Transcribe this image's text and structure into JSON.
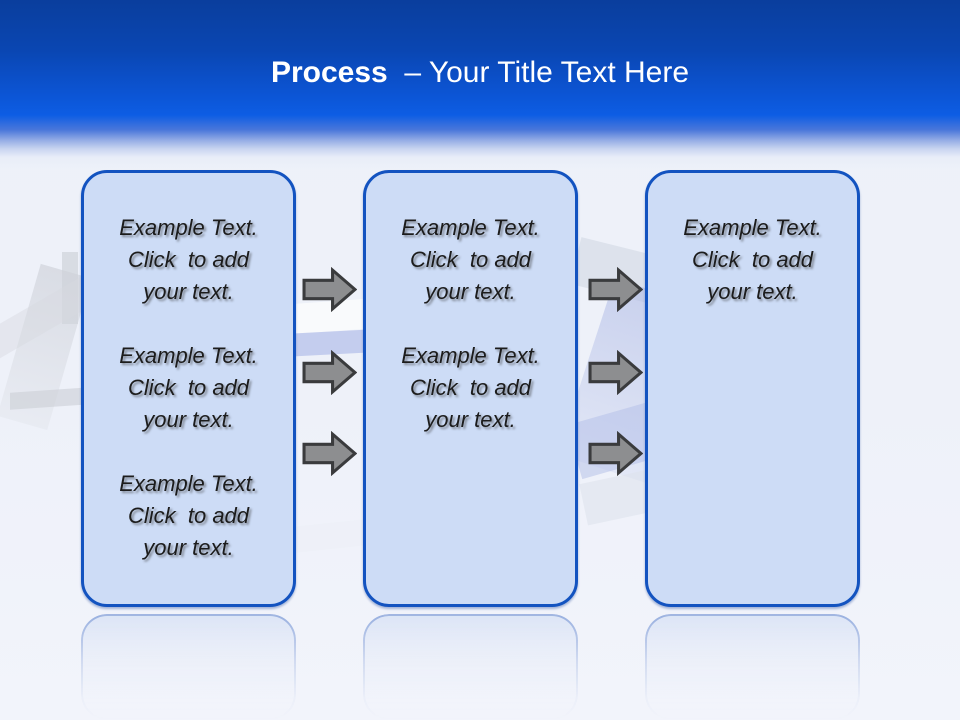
{
  "slide": {
    "title": {
      "bold": "Process",
      "rest": "  – Your Title Text Here"
    }
  },
  "columns": [
    {
      "blocks": [
        {
          "lines": [
            "Example Text.",
            "Click  to add",
            "your text."
          ]
        },
        {
          "lines": [
            "Example Text.",
            "Click  to add",
            "your text."
          ]
        },
        {
          "lines": [
            "Example Text.",
            "Click  to add",
            "your text."
          ]
        }
      ]
    },
    {
      "blocks": [
        {
          "lines": [
            "Example Text.",
            "Click  to add",
            "your text."
          ]
        },
        {
          "lines": [
            "Example Text.",
            "Click  to add",
            "your text."
          ]
        }
      ]
    },
    {
      "blocks": [
        {
          "lines": [
            "Example Text.",
            "Click  to add",
            "your text."
          ]
        }
      ]
    }
  ],
  "arrows": {
    "icon": "block-arrow-right",
    "per_gap": 3,
    "gaps": 2
  },
  "colors": {
    "header_top": "#0a3e9d",
    "header_mid": "#0d5de4",
    "title_color": "#ffffff",
    "box_fill": "#cddcf6",
    "box_border": "#1353c0",
    "text_color": "#1c1c1c",
    "arrow_fill": "#8d8e90",
    "arrow_border": "#3a3b3d"
  }
}
